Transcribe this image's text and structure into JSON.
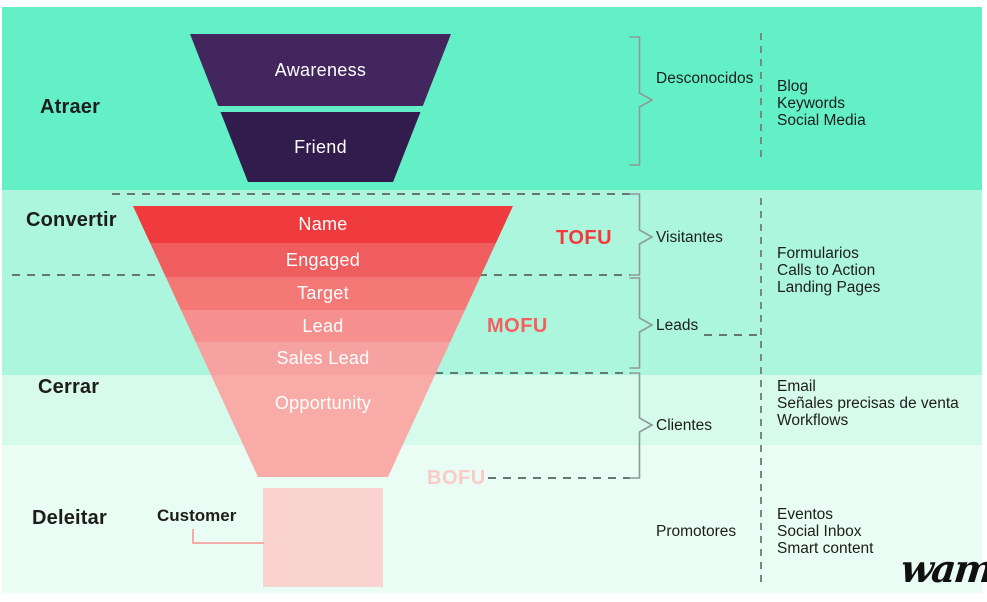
{
  "stages": [
    {
      "label": "Atraer",
      "band_color": "#63f0c6"
    },
    {
      "label": "Convertir",
      "band_color": "#adf6de"
    },
    {
      "label": "Cerrar",
      "band_color": "#d6faec"
    },
    {
      "label": "Deleitar",
      "band_color": "#e9fdf5"
    }
  ],
  "funnel": {
    "top_segments": [
      {
        "label": "Awareness",
        "color": "#44265e"
      },
      {
        "label": "Friend",
        "color": "#321c4e"
      }
    ],
    "mid_segments": [
      {
        "label": "Name",
        "color": "#ef3b3e"
      },
      {
        "label": "Engaged",
        "color": "#f05d5f"
      },
      {
        "label": "Target",
        "color": "#f37876"
      },
      {
        "label": "Lead",
        "color": "#f5908f"
      },
      {
        "label": "Sales Lead",
        "color": "#f6a2a0"
      },
      {
        "label": "Opportunity",
        "color": "#f8aba7"
      }
    ],
    "customer": {
      "label": "Customer",
      "box_color": "#fad3d0",
      "connector_color": "#f5aba6"
    }
  },
  "zones": [
    {
      "label": "TOFU",
      "color": "#f5393b"
    },
    {
      "label": "MOFU",
      "color": "#f3605d"
    },
    {
      "label": "BOFU",
      "color": "#facac7"
    }
  ],
  "audiences": [
    {
      "label": "Desconocidos"
    },
    {
      "label": "Visitantes"
    },
    {
      "label": "Leads"
    },
    {
      "label": "Clientes"
    },
    {
      "label": "Promotores"
    }
  ],
  "channel_groups": [
    {
      "items": [
        "Blog",
        "Keywords",
        "Social Media"
      ]
    },
    {
      "items": [
        "Formularios",
        "Calls to Action",
        "Landing Pages"
      ]
    },
    {
      "items": [
        "Email",
        "Señales precisas de venta",
        "Workflows"
      ]
    },
    {
      "items": [
        "Eventos",
        "Social Inbox",
        "Smart content"
      ]
    }
  ],
  "logo_text": "wam",
  "ui_colors": {
    "bracket": "#8d9a97",
    "dashed_line": "#677672",
    "text": "#1d1d1b",
    "background": "#ffffff"
  }
}
